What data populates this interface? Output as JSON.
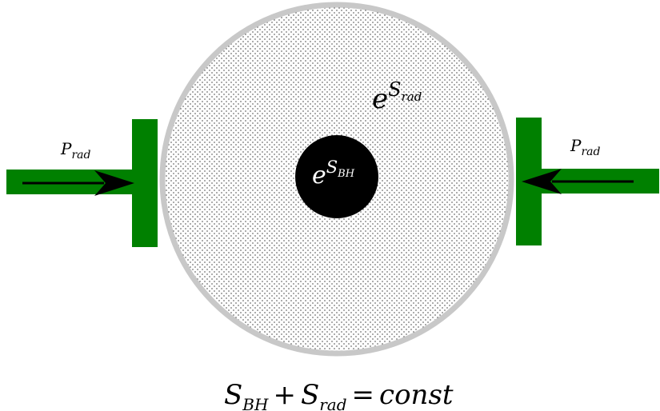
{
  "labels": {
    "radiation_entropy": {
      "base": "e",
      "sup_main": "S",
      "sup_sub": "rad"
    },
    "black_hole_entropy": {
      "base": "e",
      "sup_main": "S",
      "sup_sub": "BH"
    },
    "pressure_left": {
      "main": "P",
      "sub": "rad"
    },
    "pressure_right": {
      "main": "P",
      "sub": "rad"
    },
    "caption": {
      "s1": "S",
      "s1_sub": "BH",
      "plus": "+",
      "s2": "S",
      "s2_sub": "rad",
      "eq": "=",
      "rhs": "const"
    }
  },
  "colors": {
    "piston": "#008000",
    "container_border": "#c8c8c8",
    "radiation_fill": "#f2f2f2",
    "dots": "#000000",
    "black_hole": "#000000",
    "arrow": "#000000",
    "black_hole_text": "#ffffff"
  }
}
